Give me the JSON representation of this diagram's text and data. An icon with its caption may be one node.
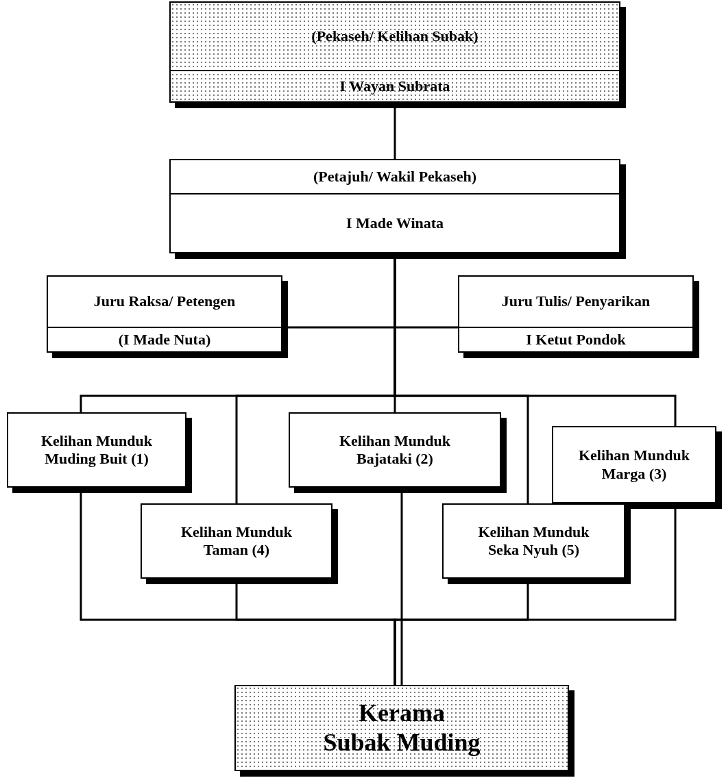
{
  "diagram": {
    "nodes": [
      {
        "text": [
          "(Pekaseh/ Kelihan Subak)",
          "I Wayan Subrata"
        ]
      },
      {
        "text": [
          "(Petajuh/ Wakil Pekaseh)",
          "I Made Winata"
        ]
      },
      {
        "text": [
          "Juru Raksa/ Petengen",
          "(I Made Nuta)"
        ]
      },
      {
        "text": [
          "Juru Tulis/ Penyarikan",
          "I Ketut Pondok"
        ]
      },
      {
        "text": [
          "Kelihan Munduk Muding Buit (1)"
        ]
      },
      {
        "text": [
          "Kelihan Munduk Bajataki (2)"
        ]
      },
      {
        "text": [
          "Kelihan Munduk Marga (3)"
        ]
      },
      {
        "text": [
          "Kelihan Munduk Taman (4)"
        ]
      },
      {
        "text": [
          "Kelihan Munduk Seka Nyuh (5)"
        ]
      },
      {
        "text": [
          "Kerama",
          "Subak Muding"
        ]
      }
    ],
    "edges": [
      {
        "from": 0,
        "to": 1,
        "arrow": "none"
      },
      {
        "from": 1,
        "to": 2,
        "arrow": "none"
      },
      {
        "from": 1,
        "to": 3,
        "arrow": "none"
      },
      {
        "from": 1,
        "to": 4,
        "arrow": "none"
      },
      {
        "from": 1,
        "to": 5,
        "arrow": "none"
      },
      {
        "from": 1,
        "to": 6,
        "arrow": "none"
      },
      {
        "from": 1,
        "to": 7,
        "arrow": "none"
      },
      {
        "from": 1,
        "to": 8,
        "arrow": "none"
      },
      {
        "from": 4,
        "to": 9,
        "arrow": "none"
      },
      {
        "from": 5,
        "to": 9,
        "arrow": "none"
      },
      {
        "from": 6,
        "to": 9,
        "arrow": "none"
      },
      {
        "from": 7,
        "to": 9,
        "arrow": "none"
      },
      {
        "from": 8,
        "to": 9,
        "arrow": "none"
      }
    ]
  }
}
